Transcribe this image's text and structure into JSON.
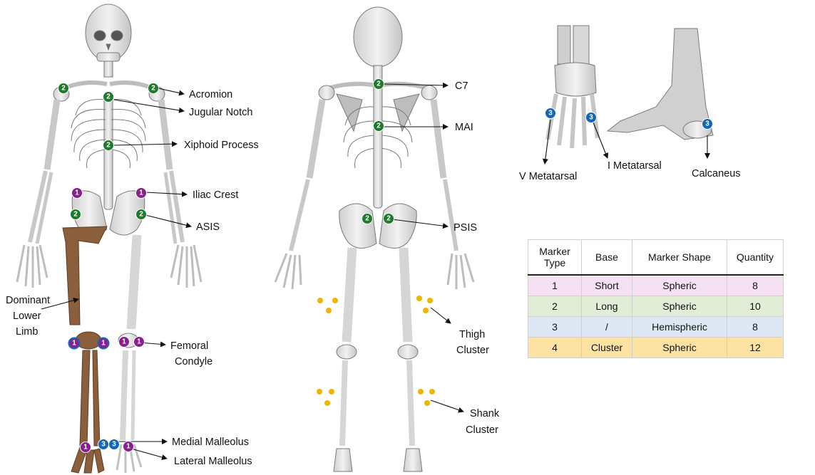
{
  "labels": {
    "acromion": "Acromion",
    "jugular_notch": "Jugular Notch",
    "xiphoid": "Xiphoid Process",
    "iliac_crest": "Iliac Crest",
    "asis": "ASIS",
    "dominant_1": "Dominant",
    "dominant_2": "Lower",
    "dominant_3": "Limb",
    "femoral_1": "Femoral",
    "femoral_2": "Condyle",
    "medial_malleolus": "Medial Malleolus",
    "lateral_malleolus": "Lateral Malleolus",
    "c7": "C7",
    "mai": "MAI",
    "psis": "PSIS",
    "thigh_1": "Thigh",
    "thigh_2": "Cluster",
    "shank_1": "Shank",
    "shank_2": "Cluster",
    "v_metatarsal": "V Metatarsal",
    "i_metatarsal": "I Metatarsal",
    "calcaneus": "Calcaneus"
  },
  "marker_numbers": {
    "one": "1",
    "two": "2",
    "three": "3"
  },
  "marker_colors": {
    "type1": "#8a1f8f",
    "type2": "#1f7a2e",
    "type3": "#1565b8",
    "type4": "#f0b400",
    "dominant_limb": "#8b5e3c"
  },
  "table": {
    "headers": {
      "type_1": "Marker",
      "type_2": "Type",
      "base": "Base",
      "shape": "Marker Shape",
      "quantity": "Quantity"
    },
    "rows": [
      {
        "type": "1",
        "base": "Short",
        "shape": "Spheric",
        "quantity": "8"
      },
      {
        "type": "2",
        "base": "Long",
        "shape": "Spheric",
        "quantity": "10"
      },
      {
        "type": "3",
        "base": "/",
        "shape": "Hemispheric",
        "quantity": "8"
      },
      {
        "type": "4",
        "base": "Cluster",
        "shape": "Spheric",
        "quantity": "12"
      }
    ]
  }
}
